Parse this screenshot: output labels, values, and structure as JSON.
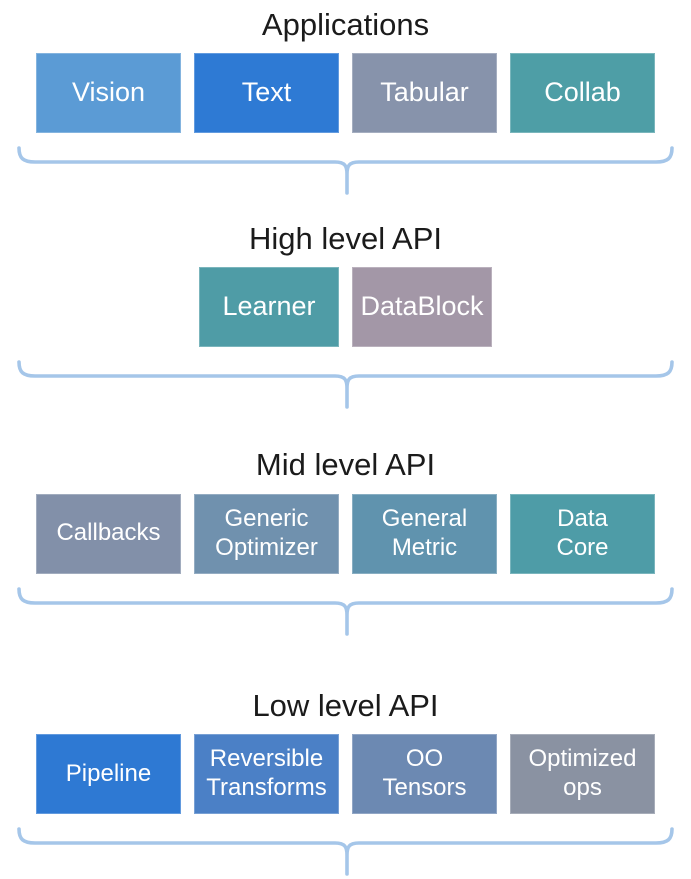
{
  "diagram": {
    "background_color": "#ffffff",
    "title_color": "#1b1b1b",
    "box_text_color": "#ffffff",
    "brace_color": "#a5c6e9",
    "sections": [
      {
        "title": "Applications",
        "boxes": [
          {
            "label": "Vision",
            "color": "#5b9bd5"
          },
          {
            "label": "Text",
            "color": "#2e7ad4"
          },
          {
            "label": "Tabular",
            "color": "#8793ab"
          },
          {
            "label": "Collab",
            "color": "#4e9ea6"
          }
        ]
      },
      {
        "title": "High level API",
        "boxes": [
          {
            "label": "Learner",
            "color": "#4f9ca6"
          },
          {
            "label": "DataBlock",
            "color": "#a397a7"
          }
        ]
      },
      {
        "title": "Mid level API",
        "boxes": [
          {
            "label": "Callbacks",
            "color": "#8290a9"
          },
          {
            "label": "Generic\nOptimizer",
            "color": "#7091ae"
          },
          {
            "label": "General\nMetric",
            "color": "#6093ae"
          },
          {
            "label": "Data\nCore",
            "color": "#4e9ca7"
          }
        ]
      },
      {
        "title": "Low level API",
        "boxes": [
          {
            "label": "Pipeline",
            "color": "#2e79d3"
          },
          {
            "label": "Reversible\nTransforms",
            "color": "#4b80c6"
          },
          {
            "label": "OO\nTensors",
            "color": "#6c89b2"
          },
          {
            "label": "Optimized\nops",
            "color": "#8a92a2"
          }
        ]
      }
    ]
  }
}
